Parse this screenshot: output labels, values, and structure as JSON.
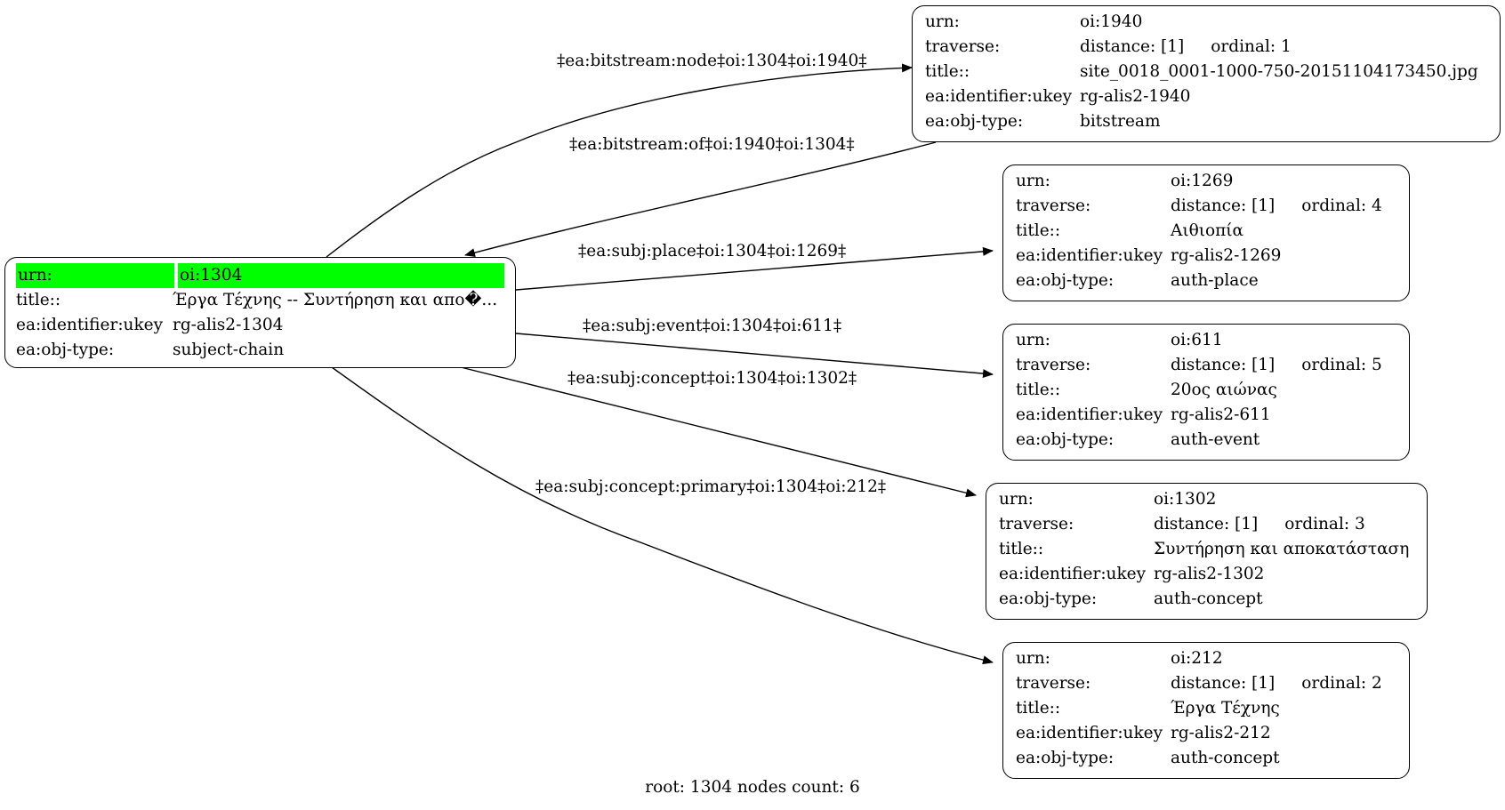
{
  "root_node": {
    "rows": [
      {
        "key": "urn:",
        "value": "oi:1304"
      },
      {
        "key": "title::",
        "value": "Έργα Τέχνης -- Συντήρηση και απο�..."
      },
      {
        "key": "ea:identifier:ukey",
        "value": "rg-alis2-1304"
      },
      {
        "key": "ea:obj-type:",
        "value": "subject-chain"
      }
    ],
    "highlight_color": "#00ff00"
  },
  "nodes": [
    {
      "urn": "oi:1940",
      "distance": "distance: [1]",
      "ordinal": "ordinal: 1",
      "title": "site_0018_0001-1000-750-20151104173450.jpg",
      "ukey": "rg-alis2-1940",
      "obj_type": "bitstream"
    },
    {
      "urn": "oi:1269",
      "distance": "distance: [1]",
      "ordinal": "ordinal: 4",
      "title": "Αιθιοπία",
      "ukey": "rg-alis2-1269",
      "obj_type": "auth-place"
    },
    {
      "urn": "oi:611",
      "distance": "distance: [1]",
      "ordinal": "ordinal: 5",
      "title": "20ος αιώνας",
      "ukey": "rg-alis2-611",
      "obj_type": "auth-event"
    },
    {
      "urn": "oi:1302",
      "distance": "distance: [1]",
      "ordinal": "ordinal: 3",
      "title": "Συντήρηση και αποκατάσταση",
      "ukey": "rg-alis2-1302",
      "obj_type": "auth-concept"
    },
    {
      "urn": "oi:212",
      "distance": "distance: [1]",
      "ordinal": "ordinal: 2",
      "title": "Έργα Τέχνης",
      "ukey": "rg-alis2-212",
      "obj_type": "auth-concept"
    }
  ],
  "row_keys": {
    "urn": "urn:",
    "traverse": "traverse:",
    "title": "title::",
    "ukey": "ea:identifier:ukey",
    "obj_type": "ea:obj-type:"
  },
  "edges": [
    {
      "label": "‡ea:bitstream:node‡oi:1304‡oi:1940‡"
    },
    {
      "label": "‡ea:bitstream:of‡oi:1940‡oi:1304‡"
    },
    {
      "label": "‡ea:subj:place‡oi:1304‡oi:1269‡"
    },
    {
      "label": "‡ea:subj:event‡oi:1304‡oi:611‡"
    },
    {
      "label": "‡ea:subj:concept‡oi:1304‡oi:1302‡"
    },
    {
      "label": "‡ea:subj:concept:primary‡oi:1304‡oi:212‡"
    }
  ],
  "footer": "root: 1304 nodes count: 6"
}
